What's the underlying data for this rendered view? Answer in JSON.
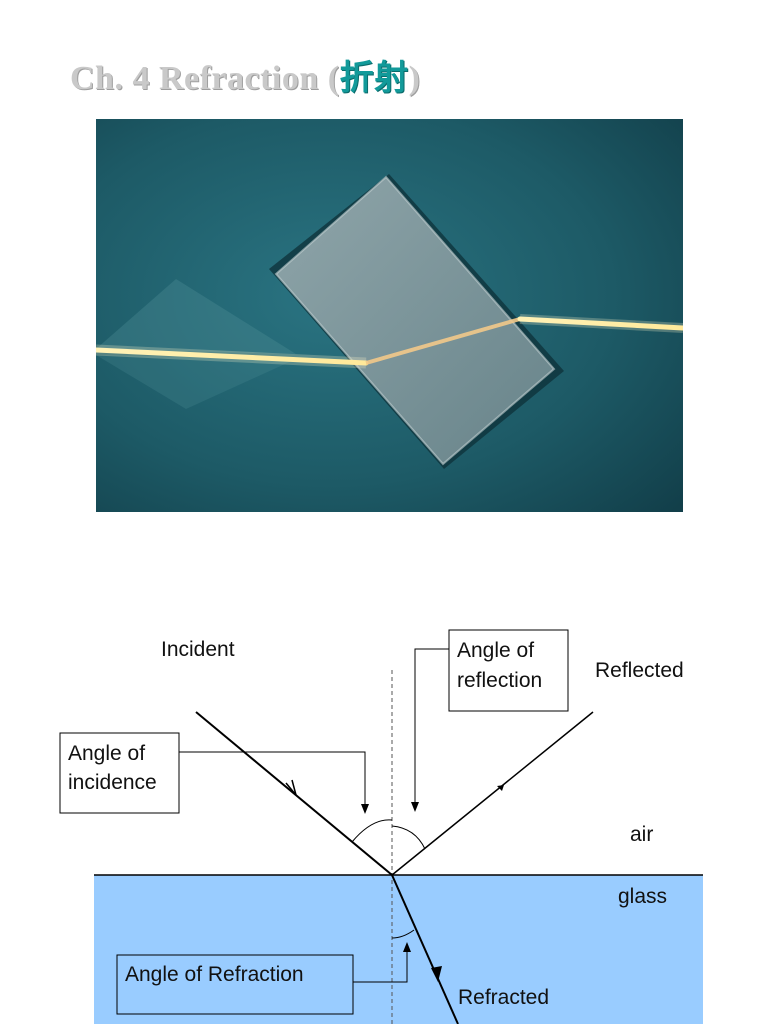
{
  "title": {
    "prefix": "Ch. 4  Refraction  (",
    "chinese": "折射",
    "suffix": ")"
  },
  "photo": {
    "description_icon": "light-ray-through-glass-block-photo"
  },
  "diagram": {
    "incident_label": "Incident",
    "reflected_label": "Reflected",
    "refracted_label": "Refracted",
    "air_label": "air",
    "glass_label": "glass",
    "angle_of_incidence_line1": "Angle of",
    "angle_of_incidence_line2": "incidence",
    "angle_of_reflection_line1": "Angle of",
    "angle_of_reflection_line2": "reflection",
    "angle_of_refraction": "Angle of Refraction"
  },
  "colors": {
    "title_gray": "#c9c9c9",
    "title_teal": "#129a9a",
    "glass_fill": "#99ccff",
    "photo_bg": "#1d5a66"
  }
}
